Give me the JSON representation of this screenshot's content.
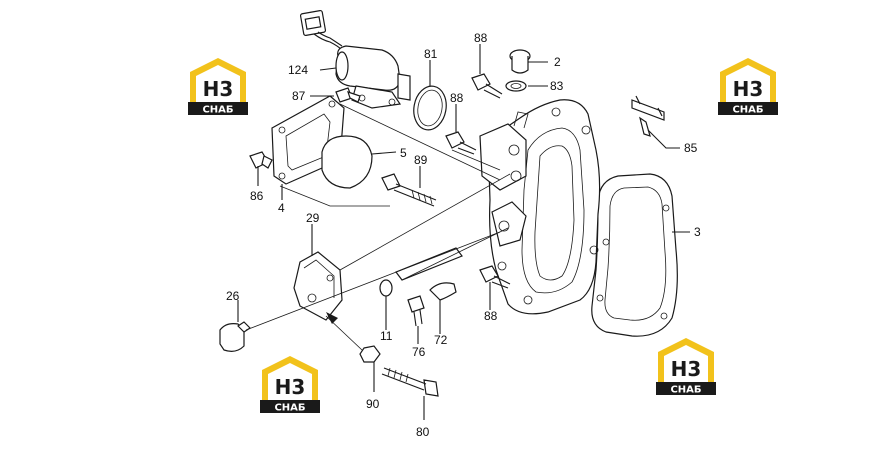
{
  "brand": {
    "logo_mark": "H3",
    "logo_word": "СНАБ",
    "colors": {
      "roof": "#f2c21b",
      "badge": "#1a1a1a",
      "text_light": "#ffffff"
    }
  },
  "labels": {
    "l124": "124",
    "l81": "81",
    "l88a": "88",
    "l2": "2",
    "l83": "83",
    "l87": "87",
    "l88b": "88",
    "l5": "5",
    "l89": "89",
    "l85": "85",
    "l86": "86",
    "l4": "4",
    "l3": "3",
    "l29": "29",
    "l26": "26",
    "l11": "11",
    "l72": "72",
    "l88c": "88",
    "l76": "76",
    "l90": "90",
    "l80": "80"
  }
}
